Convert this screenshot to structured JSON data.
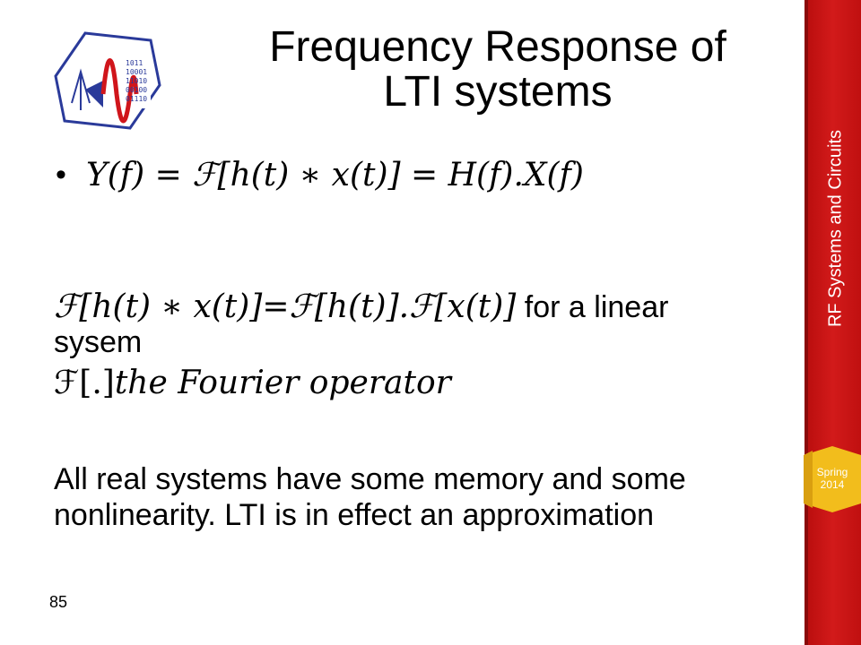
{
  "title": {
    "line1": "Frequency Response of",
    "line2": "LTI systems"
  },
  "equation_main": {
    "bullet": "•",
    "text": "Y(f) = ℱ[h(t) ∗ x(t)] = H(f).X(f)"
  },
  "body": {
    "line1_math": "ℱ[h(t) ∗ x(t)]=ℱ[h(t)].ℱ[x(t)]",
    "line1_text": " for a linear",
    "line2": "sysem",
    "line3_math": "ℱ[.]",
    "line3_text": "the Fourier operator",
    "paragraph": "All real systems have some memory and some nonlinearity. LTI is in effect an approximation"
  },
  "page_number": "85",
  "sidebar": {
    "label": "RF Systems and Circuits",
    "badge_line1": "Spring",
    "badge_line2": "2014"
  },
  "logo": {
    "binary_rows": [
      "1011",
      "10001",
      "11010",
      "00100",
      "01110"
    ]
  },
  "colors": {
    "sidebar": "#c41212",
    "badge": "#f2bd1c",
    "logo_blue": "#2a3a9a",
    "logo_red": "#d0151b"
  }
}
